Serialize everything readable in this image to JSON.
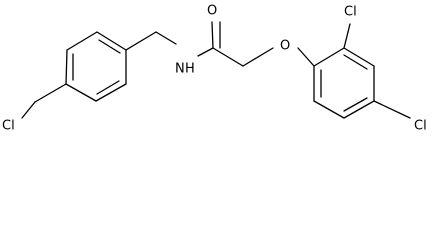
{
  "molecule": {
    "atoms": {
      "cl_left": "Cl",
      "nh": "N",
      "nh_h": "H",
      "carbonyl_o": "O",
      "ether_o": "O",
      "cl_ring_2": "Cl",
      "cl_ring_4": "Cl"
    }
  }
}
